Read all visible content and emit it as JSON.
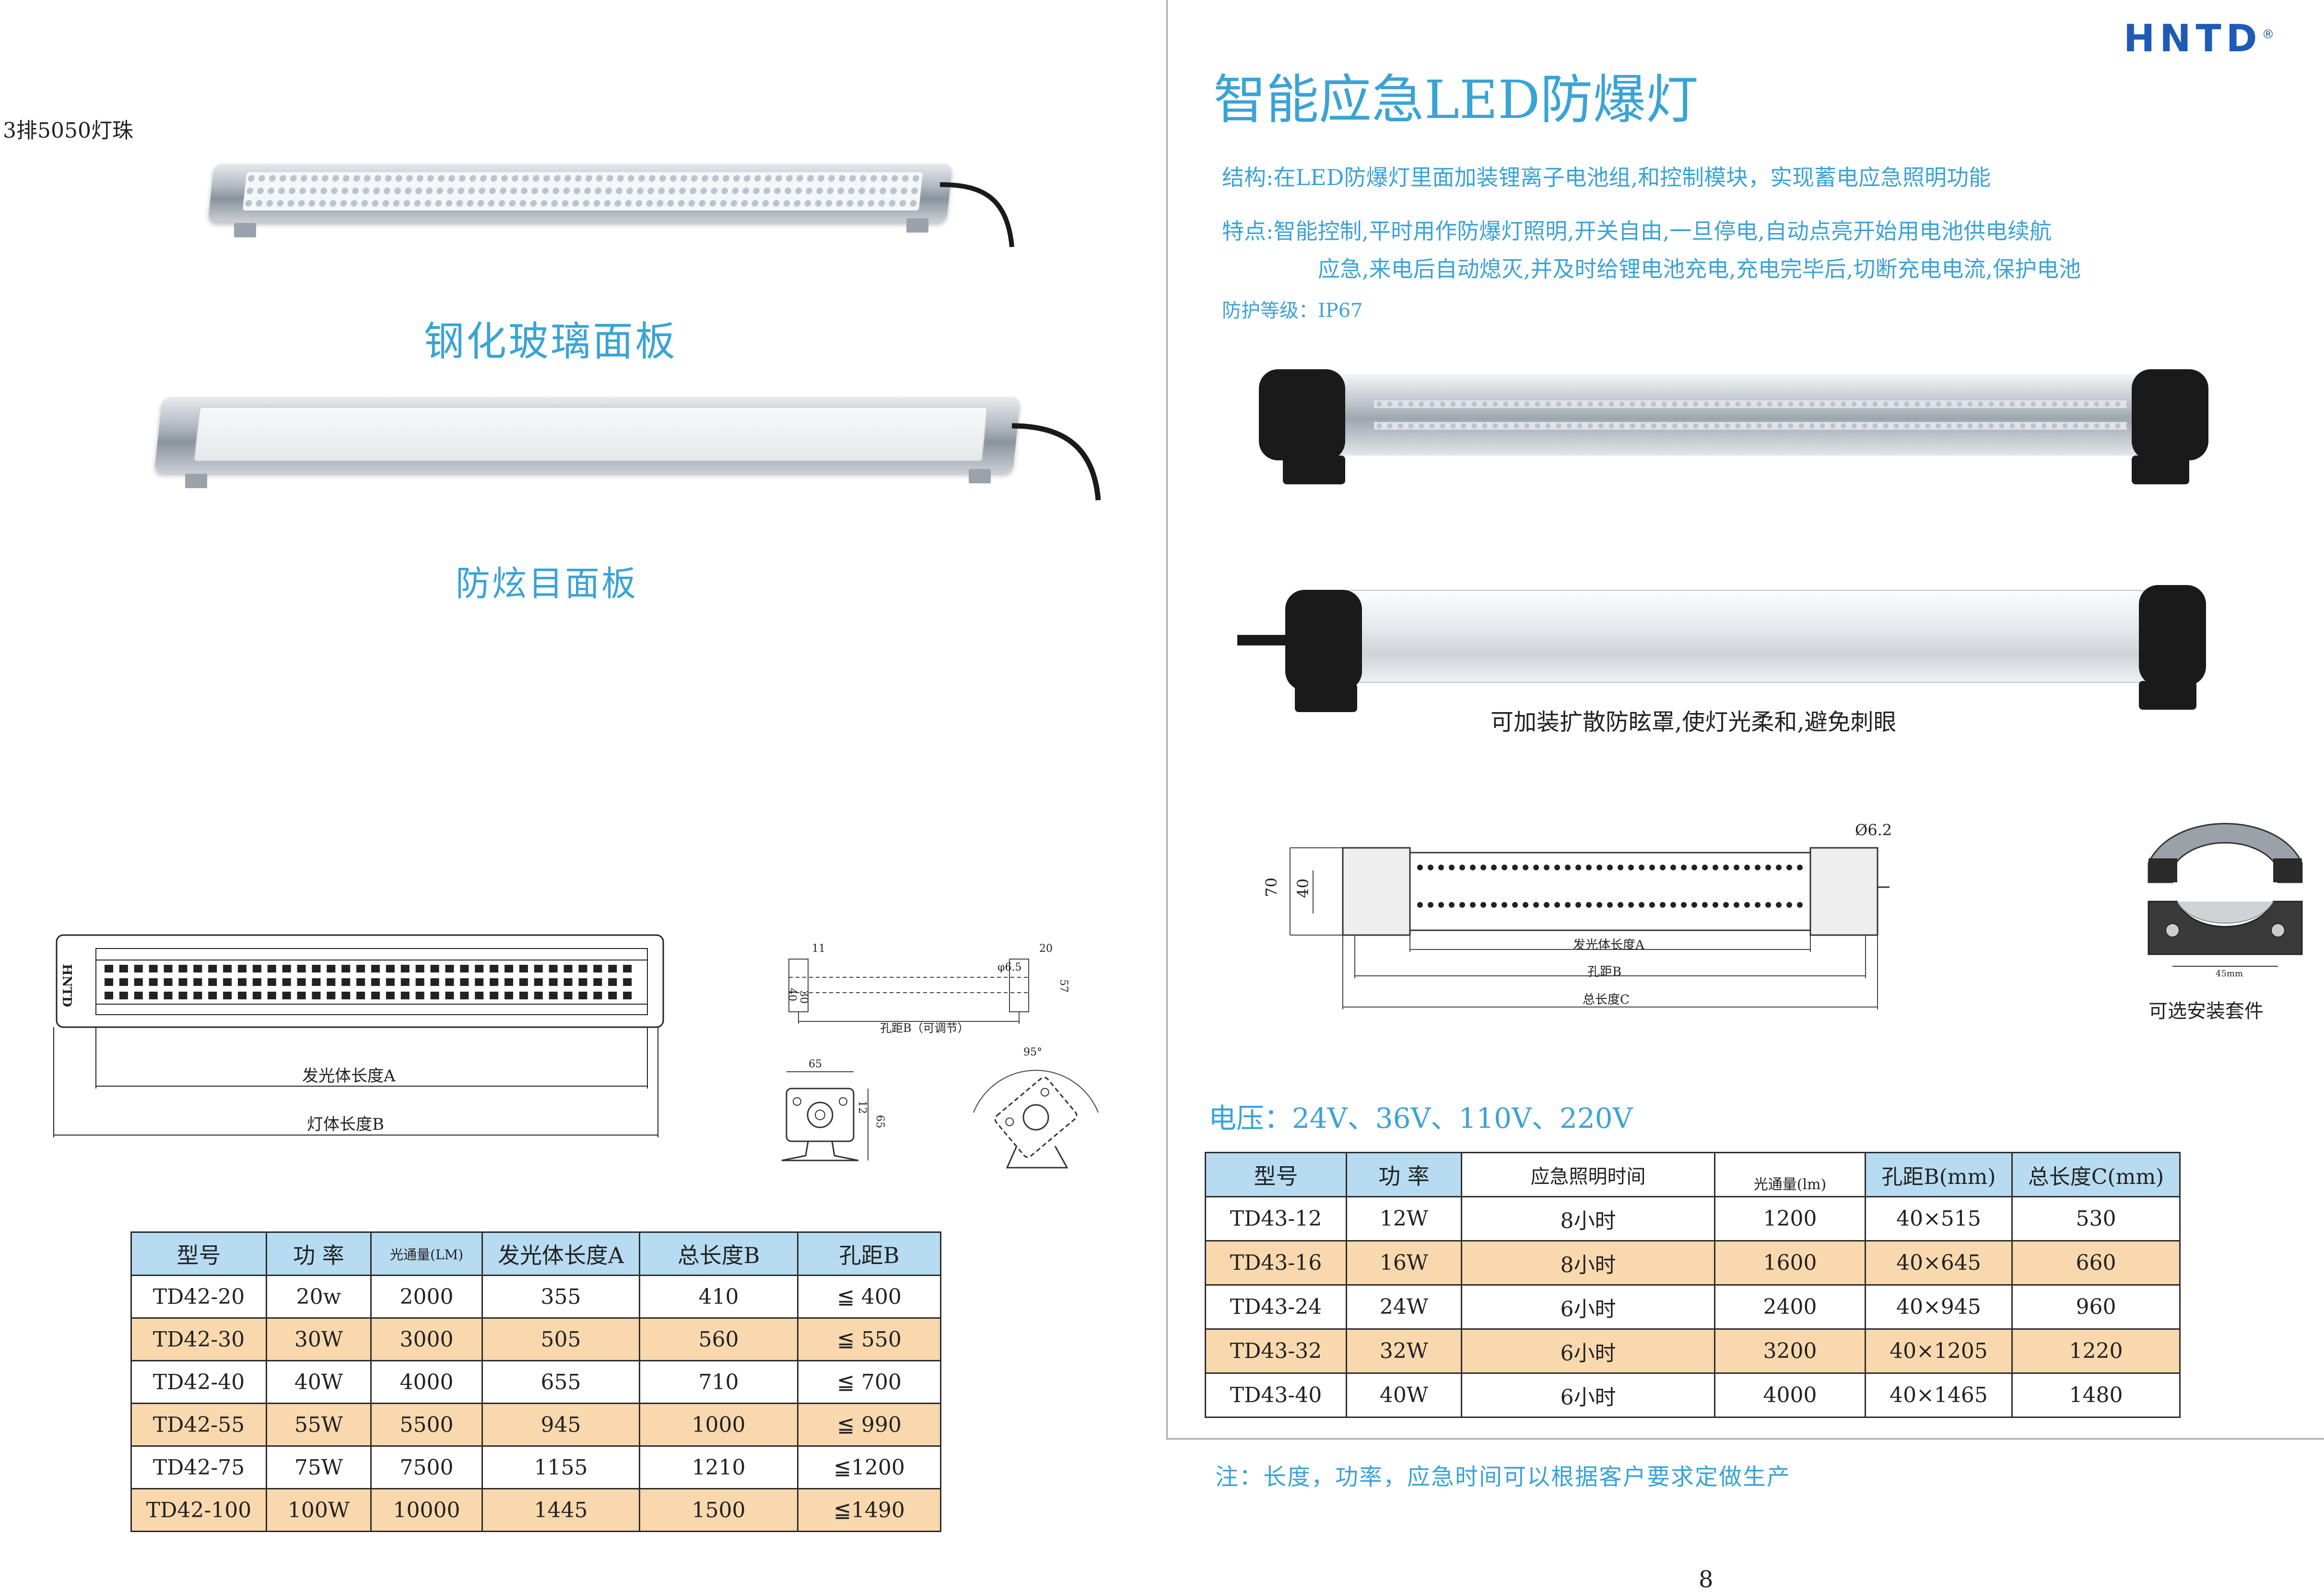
{
  "left": {
    "led_note": "3排5050灯珠",
    "caption_glass": "钢化玻璃面板",
    "caption_antiglare": "防炫目面板",
    "drawing_main": {
      "brand": "HNTD",
      "label_a": "发光体长度A",
      "label_b": "灯体长度B"
    },
    "drawing_side": {
      "dim_11": "11",
      "dim_20": "20",
      "dim_phi": "φ6.5",
      "dim_40": "40",
      "dim_30": "30",
      "dim_57": "57",
      "hole": "孔距B（可调节）"
    },
    "drawing_bracket": {
      "dim_65w": "65",
      "dim_12": "12",
      "dim_65h": "65",
      "angle": "95°"
    },
    "table": {
      "headers": [
        "型号",
        "功 率",
        "光通量(LM)",
        "发光体长度A",
        "总长度B",
        "孔距B"
      ],
      "rows": [
        [
          "TD42-20",
          "20w",
          "2000",
          "355",
          "410",
          "≦ 400"
        ],
        [
          "TD42-30",
          "30W",
          "3000",
          "505",
          "560",
          "≦ 550"
        ],
        [
          "TD42-40",
          "40W",
          "4000",
          "655",
          "710",
          "≦ 700"
        ],
        [
          "TD42-55",
          "55W",
          "5500",
          "945",
          "1000",
          "≦ 990"
        ],
        [
          "TD42-75",
          "75W",
          "7500",
          "1155",
          "1210",
          "≦1200"
        ],
        [
          "TD42-100",
          "100W",
          "10000",
          "1445",
          "1500",
          "≦1490"
        ]
      ]
    }
  },
  "right": {
    "brand": "HNTD",
    "registered": "®",
    "title": "智能应急LED防爆灯",
    "structure": "结构:在LED防爆灯里面加装锂离子电池组,和控制模块，实现蓄电应急照明功能",
    "features_1": "特点:智能控制,平时用作防爆灯照明,开关自由,一旦停电,自动点亮开始用电池供电续航",
    "features_2": "应急,来电后自动熄灭,并及时给锂电池充电,充电完毕后,切断充电电流,保护电池",
    "protection": "防护等级：IP67",
    "diffuser_caption": "可加装扩散防眩罩,使灯光柔和,避免刺眼",
    "drawing": {
      "dim_70": "70",
      "dim_40": "40",
      "dim_phi": "Ø6.2",
      "label_a": "发光体长度A",
      "label_b": "孔距B",
      "label_c": "总长度C"
    },
    "kit": {
      "dim": "45mm",
      "caption": "可选安装套件"
    },
    "voltage": "电压：24V、36V、110V、220V",
    "table": {
      "headers": [
        "型号",
        "功 率",
        "应急照明时间",
        "光通量(lm)",
        "孔距B(mm)",
        "总长度C(mm)"
      ],
      "rows": [
        [
          "TD43-12",
          "12W",
          "8小时",
          "1200",
          "40×515",
          "530"
        ],
        [
          "TD43-16",
          "16W",
          "8小时",
          "1600",
          "40×645",
          "660"
        ],
        [
          "TD43-24",
          "24W",
          "6小时",
          "2400",
          "40×945",
          "960"
        ],
        [
          "TD43-32",
          "32W",
          "6小时",
          "3200",
          "40×1205",
          "1220"
        ],
        [
          "TD43-40",
          "40W",
          "6小时",
          "4000",
          "40×1465",
          "1480"
        ]
      ]
    },
    "note": "注：长度，功率，应急时间可以根据客户要求定做生产"
  },
  "page_number": "8",
  "colors": {
    "accent": "#3aa3d6",
    "header_fill": "#b7dcf1",
    "row_fill": "#f9d8ae"
  }
}
